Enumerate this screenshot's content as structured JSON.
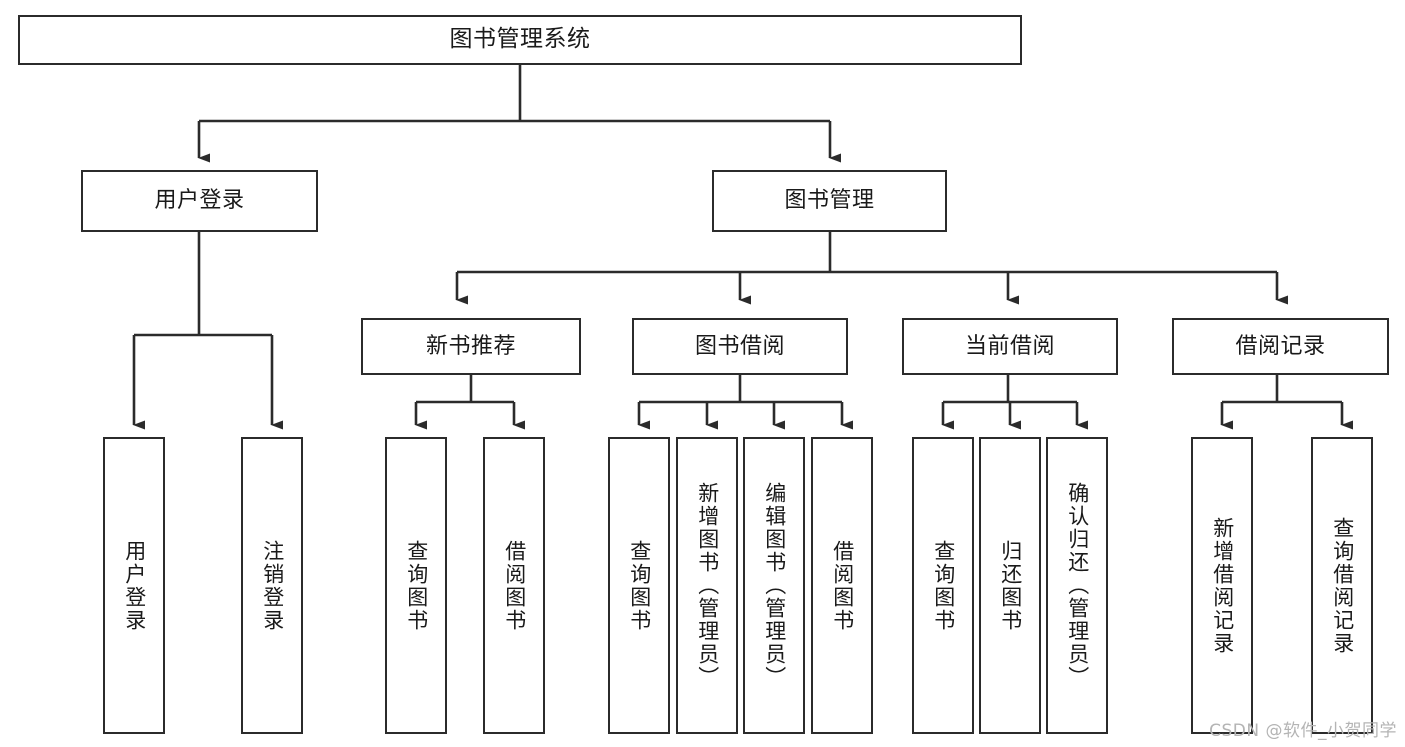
{
  "diagram": {
    "title": "图书管理系统",
    "type": "tree-functional-structure",
    "watermark": "CSDN @软件_小贺同学",
    "colors": {
      "box_border": "#2b2b2b",
      "box_fill": "#ffffff",
      "connector": "#2b2b2b",
      "text": "#1a1a1a",
      "watermark": "#b4b4b4",
      "background": "#ffffff"
    },
    "nodes": {
      "root": {
        "label": "图书管理系统"
      },
      "level2": [
        {
          "label": "用户登录"
        },
        {
          "label": "图书管理"
        }
      ],
      "level3": [
        {
          "label": "新书推荐"
        },
        {
          "label": "图书借阅"
        },
        {
          "label": "当前借阅"
        },
        {
          "label": "借阅记录"
        }
      ],
      "leaves": {
        "user_login": [
          {
            "label": "用户登录"
          },
          {
            "label": "注销登录"
          }
        ],
        "new_book_recommend": [
          {
            "label": "查询图书"
          },
          {
            "label": "借阅图书"
          }
        ],
        "book_borrow": [
          {
            "label": "查询图书"
          },
          {
            "label": "新增图书（管理员）"
          },
          {
            "label": "编辑图书（管理员）"
          },
          {
            "label": "借阅图书"
          }
        ],
        "current_borrow": [
          {
            "label": "查询图书"
          },
          {
            "label": "归还图书"
          },
          {
            "label": "确认归还（管理员）"
          }
        ],
        "borrow_record": [
          {
            "label": "新增借阅记录"
          },
          {
            "label": "查询借阅记录"
          }
        ]
      }
    }
  }
}
